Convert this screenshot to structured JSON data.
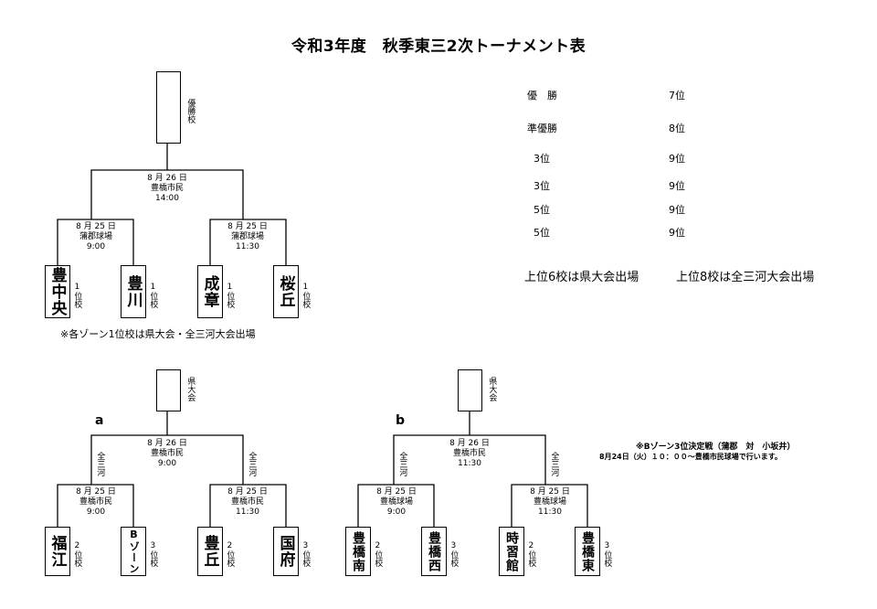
{
  "title": "令和3年度　秋季東三2次トーナメント表",
  "main_bracket": {
    "winner_label": "優勝校",
    "final": {
      "date": "8 月 26 日",
      "venue": "豊橋市民",
      "time": "14:00"
    },
    "semi_left": {
      "date": "8 月 25 日",
      "venue": "蒲郡球場",
      "time": "9:00"
    },
    "semi_right": {
      "date": "8 月 25 日",
      "venue": "蒲郡球場",
      "time": "11:30"
    },
    "teams": [
      {
        "name": "豊中央",
        "seed": "1位校"
      },
      {
        "name": "豊川",
        "seed": "1位校"
      },
      {
        "name": "成章",
        "seed": "1位校"
      },
      {
        "name": "桜丘",
        "seed": "1位校"
      }
    ],
    "note": "※各ゾーン1位校は県大会・全三河大会出場"
  },
  "standings": {
    "rows": [
      {
        "rank": "優　勝",
        "place": "7位"
      },
      {
        "rank": "準優勝",
        "place": "8位"
      },
      {
        "rank": "3位",
        "place": "9位"
      },
      {
        "rank": "3位",
        "place": "9位"
      },
      {
        "rank": "5位",
        "place": "9位"
      },
      {
        "rank": "5位",
        "place": "9位"
      }
    ],
    "note_left": "上位6校は県大会出場",
    "note_right": "上位8校は全三河大会出場"
  },
  "bracket_a": {
    "label": "a",
    "winner_label": "県大会",
    "final": {
      "date": "8 月 26 日",
      "venue": "豊橋市民",
      "time": "9:00"
    },
    "semi_left": {
      "date": "8 月 25 日",
      "venue": "豊橋市民",
      "time": "9:00"
    },
    "semi_right": {
      "date": "8 月 25 日",
      "venue": "豊橋市民",
      "time": "11:30"
    },
    "side_label": "全三河",
    "teams": [
      {
        "name": "福江",
        "seed": "2位校"
      },
      {
        "name": "Bゾーン",
        "seed": "3位校"
      },
      {
        "name": "豊丘",
        "seed": "2位校"
      },
      {
        "name": "国府",
        "seed": "3位校"
      }
    ]
  },
  "bracket_b": {
    "label": "b",
    "winner_label": "県大会",
    "final": {
      "date": "8 月 26 日",
      "venue": "豊橋市民",
      "time": "11:30"
    },
    "semi_left": {
      "date": "8 月 25 日",
      "venue": "豊橋球場",
      "time": "9:00"
    },
    "semi_right": {
      "date": "8 月 25 日",
      "venue": "豊橋球場",
      "time": "11:30"
    },
    "side_label": "全三河",
    "teams": [
      {
        "name": "豊橋南",
        "seed": "2位校"
      },
      {
        "name": "豊橋西",
        "seed": "3位校"
      },
      {
        "name": "時習館",
        "seed": "2位校"
      },
      {
        "name": "豊橋東",
        "seed": "3位校"
      }
    ]
  },
  "zone_note": {
    "line1": "※Bゾーン3位決定戦（蒲郡　対　小坂井）",
    "line2": "8月24日（火）１０：００～豊橋市民球場で行います。"
  }
}
